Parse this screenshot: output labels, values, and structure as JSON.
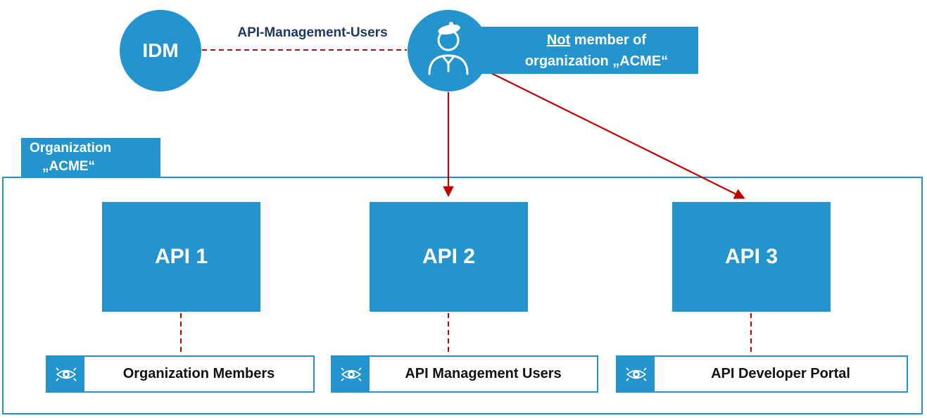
{
  "colors": {
    "blue": "#2394cd",
    "red": "#c00000",
    "navy": "#1f3864"
  },
  "idm": {
    "label": "IDM"
  },
  "connection": {
    "label": "API-Management-Users"
  },
  "callout": {
    "not_word": "Not",
    "rest": " member of",
    "line2": "organization „ACME“"
  },
  "organization": {
    "line1": "Organization",
    "line2": "„ACME“"
  },
  "apis": [
    {
      "label": "API 1"
    },
    {
      "label": "API 2"
    },
    {
      "label": "API 3"
    }
  ],
  "permissions": [
    {
      "label": "Organization Members"
    },
    {
      "label": "API Management Users"
    },
    {
      "label": "API Developer Portal"
    }
  ]
}
